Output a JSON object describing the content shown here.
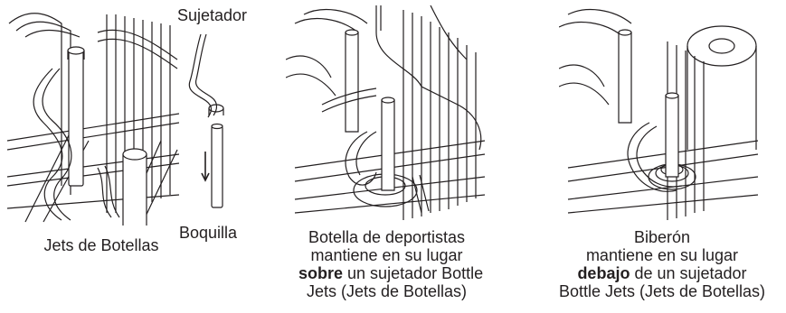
{
  "figure": {
    "labels": {
      "clip_label": "Sujetador",
      "nozzle_label": "Boquilla"
    },
    "captions": {
      "panel1": "Jets de Botellas",
      "panel3": {
        "line1": "Botella de deportistas",
        "line2": "mantiene en su lugar",
        "line3_bold": "sobre",
        "line3_rest": " un sujetador Bottle",
        "line4": "Jets (Jets de Botellas)"
      },
      "panel4": {
        "line1": "Biberón",
        "line2": "mantiene en su lugar",
        "line3_bold": "debajo",
        "line3_rest": " de un sujetador",
        "line4": "Bottle Jets (Jets de Botellas)"
      }
    },
    "colors": {
      "line": "#231f20",
      "background": "#ffffff"
    }
  }
}
